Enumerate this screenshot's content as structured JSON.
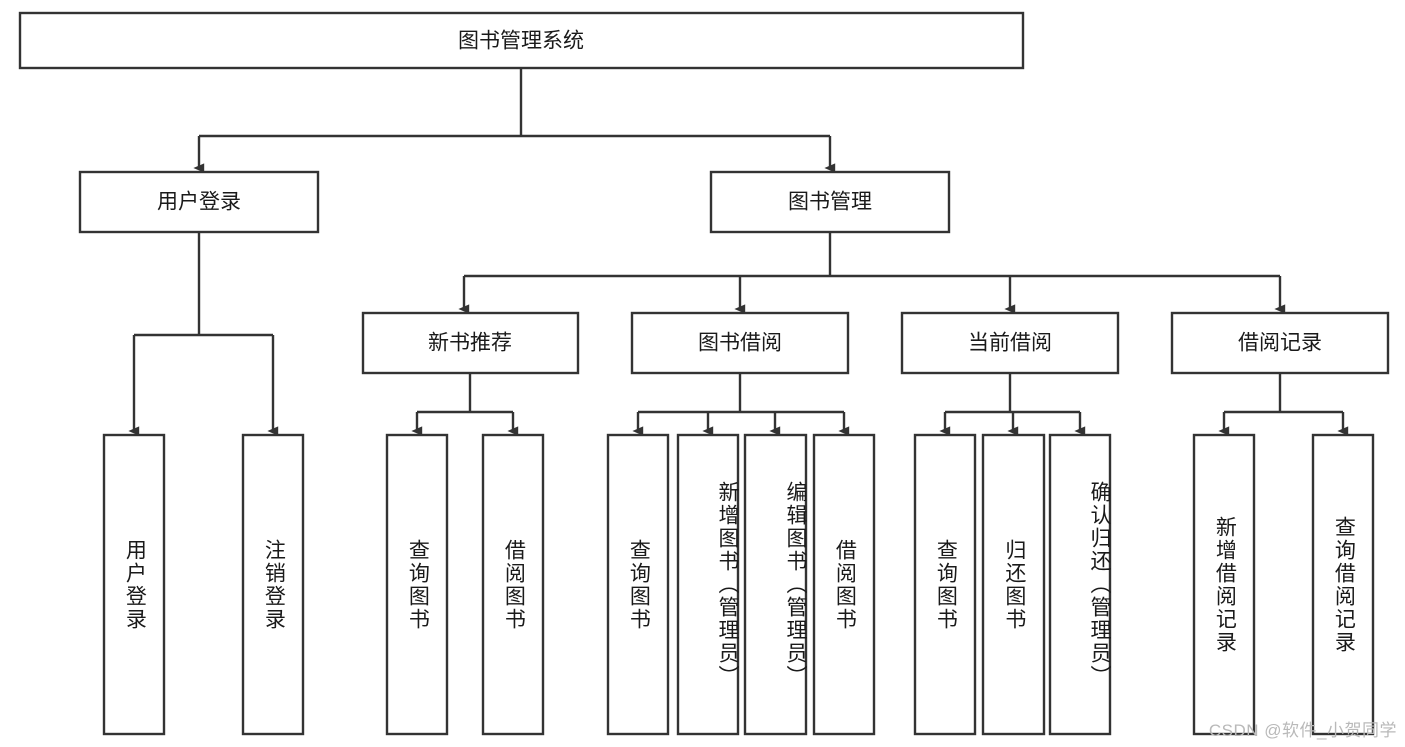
{
  "diagram": {
    "type": "tree",
    "title": "图书管理系统",
    "root": {
      "id": "root",
      "label": "图书管理系统",
      "orientation": "horizontal"
    },
    "level2": [
      {
        "id": "user-login",
        "label": "用户登录",
        "orientation": "horizontal"
      },
      {
        "id": "book-manage",
        "label": "图书管理",
        "orientation": "horizontal"
      }
    ],
    "level3": [
      {
        "id": "new-book-recommend",
        "label": "新书推荐",
        "orientation": "horizontal",
        "parent": "book-manage"
      },
      {
        "id": "book-borrow",
        "label": "图书借阅",
        "orientation": "horizontal",
        "parent": "book-manage"
      },
      {
        "id": "current-borrow",
        "label": "当前借阅",
        "orientation": "horizontal",
        "parent": "book-manage"
      },
      {
        "id": "borrow-record",
        "label": "借阅记录",
        "orientation": "horizontal",
        "parent": "book-manage"
      }
    ],
    "leaves": [
      {
        "id": "leaf-user-login",
        "label": "用户登录",
        "parent": "user-login"
      },
      {
        "id": "leaf-logout-login",
        "label": "注销登录",
        "parent": "user-login"
      },
      {
        "id": "leaf-query-book-1",
        "label": "查询图书",
        "parent": "new-book-recommend"
      },
      {
        "id": "leaf-borrow-book-1",
        "label": "借阅图书",
        "parent": "new-book-recommend"
      },
      {
        "id": "leaf-query-book-2",
        "label": "查询图书",
        "parent": "book-borrow"
      },
      {
        "id": "leaf-add-book",
        "label": "新增图书（管理员）",
        "parent": "book-borrow"
      },
      {
        "id": "leaf-edit-book",
        "label": "编辑图书（管理员）",
        "parent": "book-borrow"
      },
      {
        "id": "leaf-borrow-book-2",
        "label": "借阅图书",
        "parent": "book-borrow"
      },
      {
        "id": "leaf-query-book-3",
        "label": "查询图书",
        "parent": "current-borrow"
      },
      {
        "id": "leaf-return-book",
        "label": "归还图书",
        "parent": "current-borrow"
      },
      {
        "id": "leaf-confirm-return",
        "label": "确认归还（管理员）",
        "parent": "current-borrow"
      },
      {
        "id": "leaf-add-record",
        "label": "新增借阅记录",
        "parent": "borrow-record"
      },
      {
        "id": "leaf-query-record",
        "label": "查询借阅记录",
        "parent": "borrow-record"
      }
    ],
    "colors": {
      "stroke": "#333333",
      "fill": "#ffffff",
      "text": "#1a1a1a",
      "watermark": "#b9b9b9",
      "background": "#ffffff"
    }
  },
  "watermark": {
    "text": "CSDN @软件_小贺同学"
  }
}
